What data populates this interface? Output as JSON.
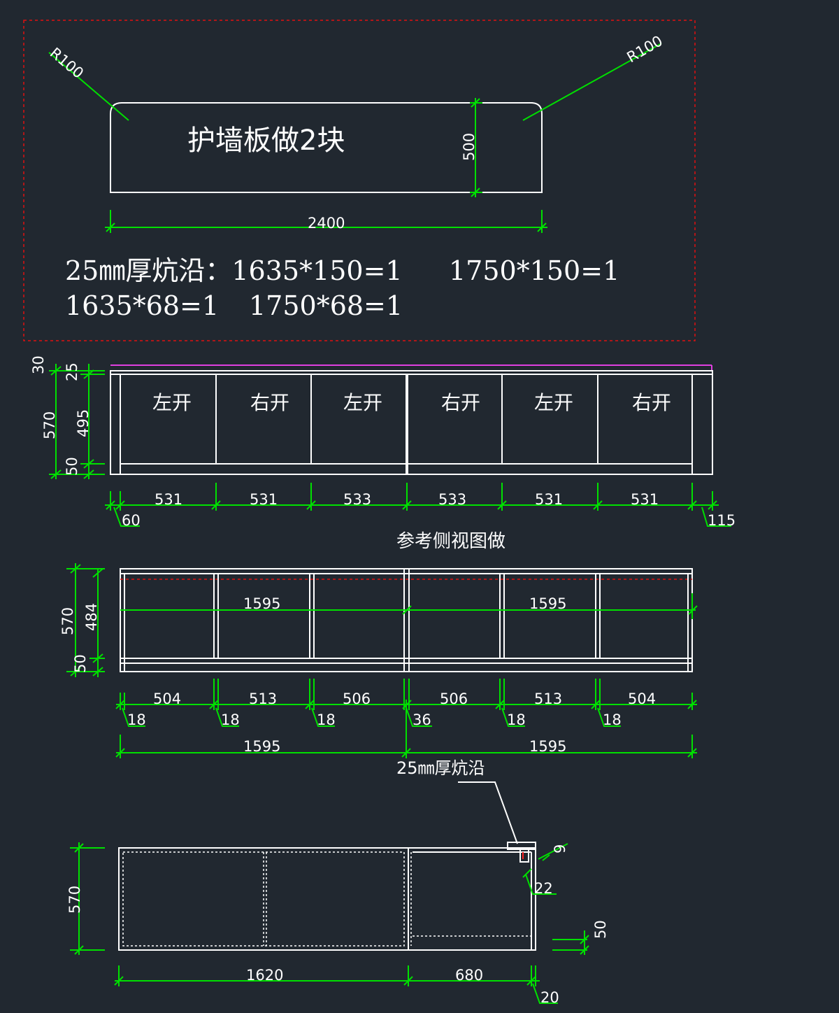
{
  "top_panel": {
    "title": "护墙板做2块",
    "radius_left": "R100",
    "radius_right": "R100",
    "height_dim": "500",
    "width_dim": "2400",
    "note_line1": "25㎜厚炕沿：1635*150=1",
    "note_line1b": "1750*150=1",
    "note_line2": "1635*68=1",
    "note_line2b": "1750*68=1"
  },
  "front_view": {
    "doors": [
      "左开",
      "右开",
      "左开",
      "右开",
      "左开",
      "右开"
    ],
    "widths": [
      "531",
      "531",
      "533",
      "533",
      "531",
      "531"
    ],
    "left_offset": "60",
    "right_offset": "115",
    "vdims": {
      "top": "30",
      "top2": "25",
      "total": "570",
      "mid": "495",
      "bottom": "50"
    },
    "caption": "参考侧视图做"
  },
  "middle_view": {
    "span_labels": [
      "1595",
      "1595"
    ],
    "widths": [
      "504",
      "513",
      "506",
      "506",
      "513",
      "504"
    ],
    "gaps": [
      "18",
      "18",
      "18",
      "36",
      "18",
      "18"
    ],
    "totals": [
      "1595",
      "1595"
    ],
    "vdims": {
      "total": "570",
      "mid": "484",
      "bottom": "50"
    }
  },
  "bottom_view": {
    "callout": "25㎜厚炕沿",
    "height": "570",
    "widths": [
      "1620",
      "680"
    ],
    "right_small": [
      "9",
      "22",
      "50",
      "20"
    ]
  }
}
